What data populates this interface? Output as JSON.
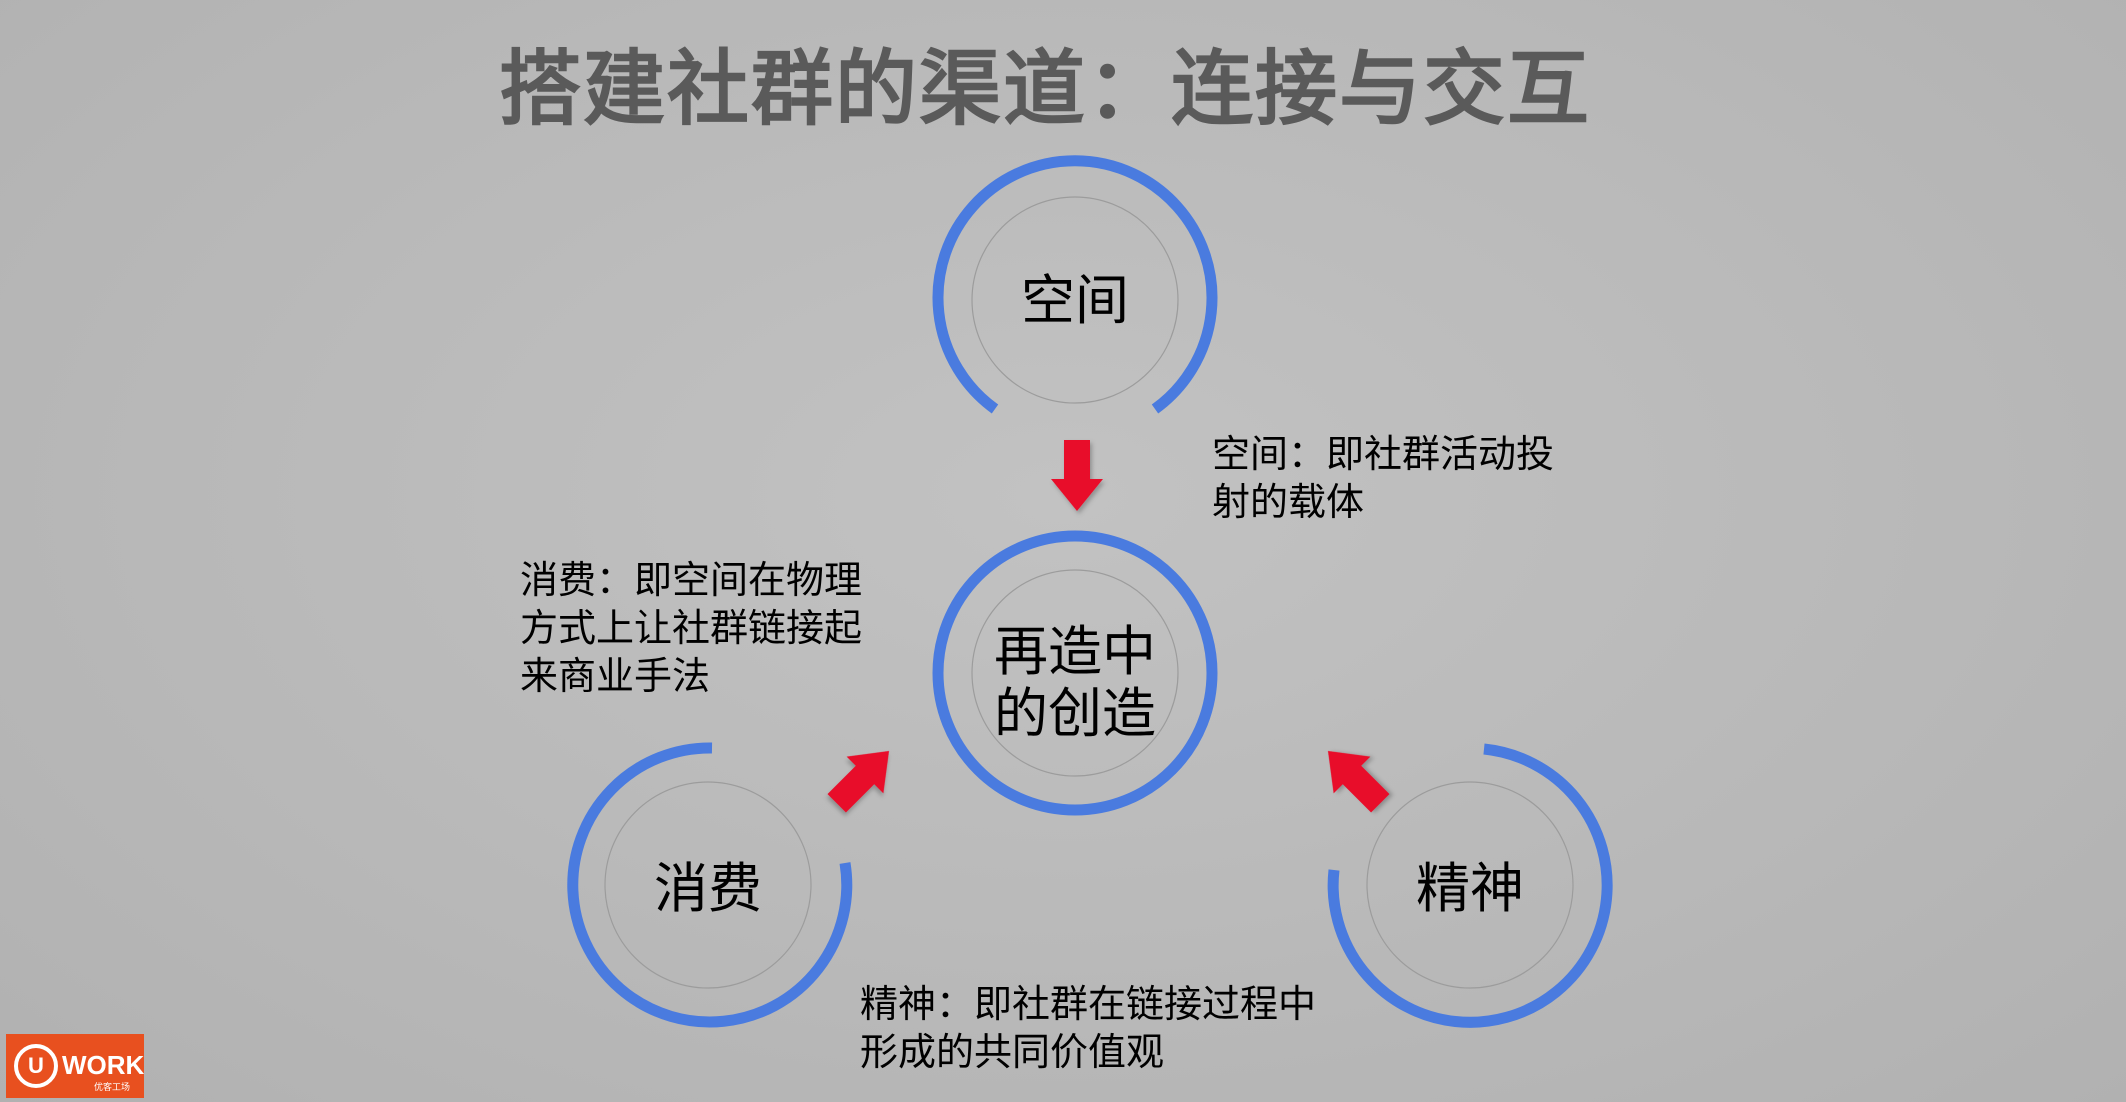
{
  "title": "搭建社群的渠道：连接与交互",
  "nodes": {
    "space": "空间",
    "center_line1": "再造中",
    "center_line2": "的创造",
    "consumption": "消费",
    "spirit": "精神"
  },
  "descriptions": {
    "space": [
      "空间：即社群活动投",
      "射的载体"
    ],
    "consumption": [
      "消费：即空间在物理",
      "方式上让社群链接起",
      "来商业手法"
    ],
    "spirit": [
      "精神：即社群在链接过程中",
      "形成的共同价值观"
    ]
  },
  "logo": {
    "mark": "U",
    "word": "WORK",
    "sub": "优客工场"
  },
  "colors": {
    "ring": "#4a7bdf",
    "arrow": "#e8102a",
    "title": "#5a5a5a"
  }
}
